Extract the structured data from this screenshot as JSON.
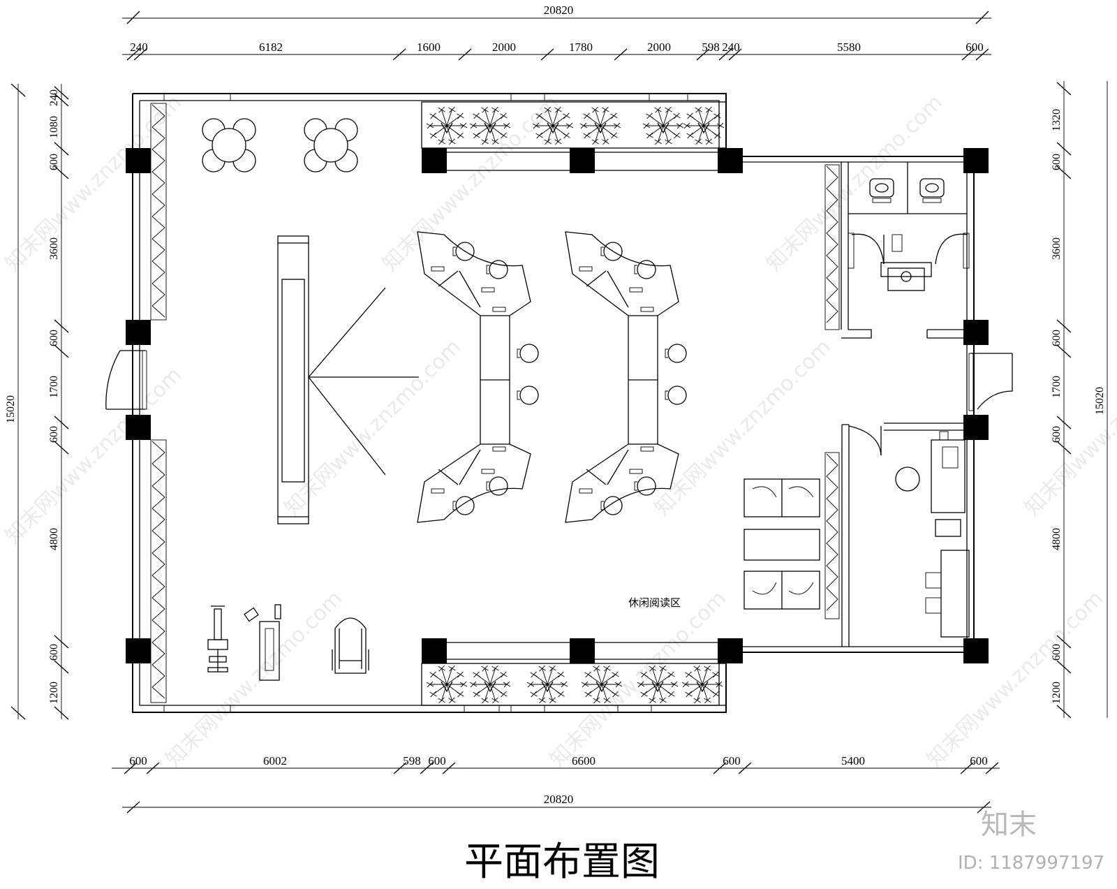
{
  "title": "平面布置图",
  "zone_label": "休闲阅读区",
  "brand": "知末",
  "id_label": "ID: 1187997197",
  "watermark": "知末网www.znzmo.com",
  "dimensions": {
    "top_total": "20820",
    "top": [
      "240",
      "6182",
      "1600",
      "2000",
      "1780",
      "2000",
      "598",
      "240",
      "5580",
      "600"
    ],
    "bottom": [
      "600",
      "6002",
      "598",
      "600",
      "6600",
      "600",
      "5400",
      "600"
    ],
    "bottom_total": "20820",
    "left_total": "15020",
    "left": [
      "240",
      "1080",
      "600",
      "3600",
      "600",
      "1700",
      "600",
      "4800",
      "600",
      "1200"
    ],
    "right_total": "15020",
    "right": [
      "1320",
      "600",
      "3600",
      "600",
      "1700",
      "600",
      "4800",
      "600",
      "1200"
    ]
  },
  "icons": [
    "round-table-with-chairs-icon",
    "workstation-cluster-icon",
    "plant-icon",
    "toilet-icon",
    "sink-icon",
    "sofa-icon",
    "treadmill-icon",
    "fitness-machine-icon",
    "door-swing-icon"
  ]
}
